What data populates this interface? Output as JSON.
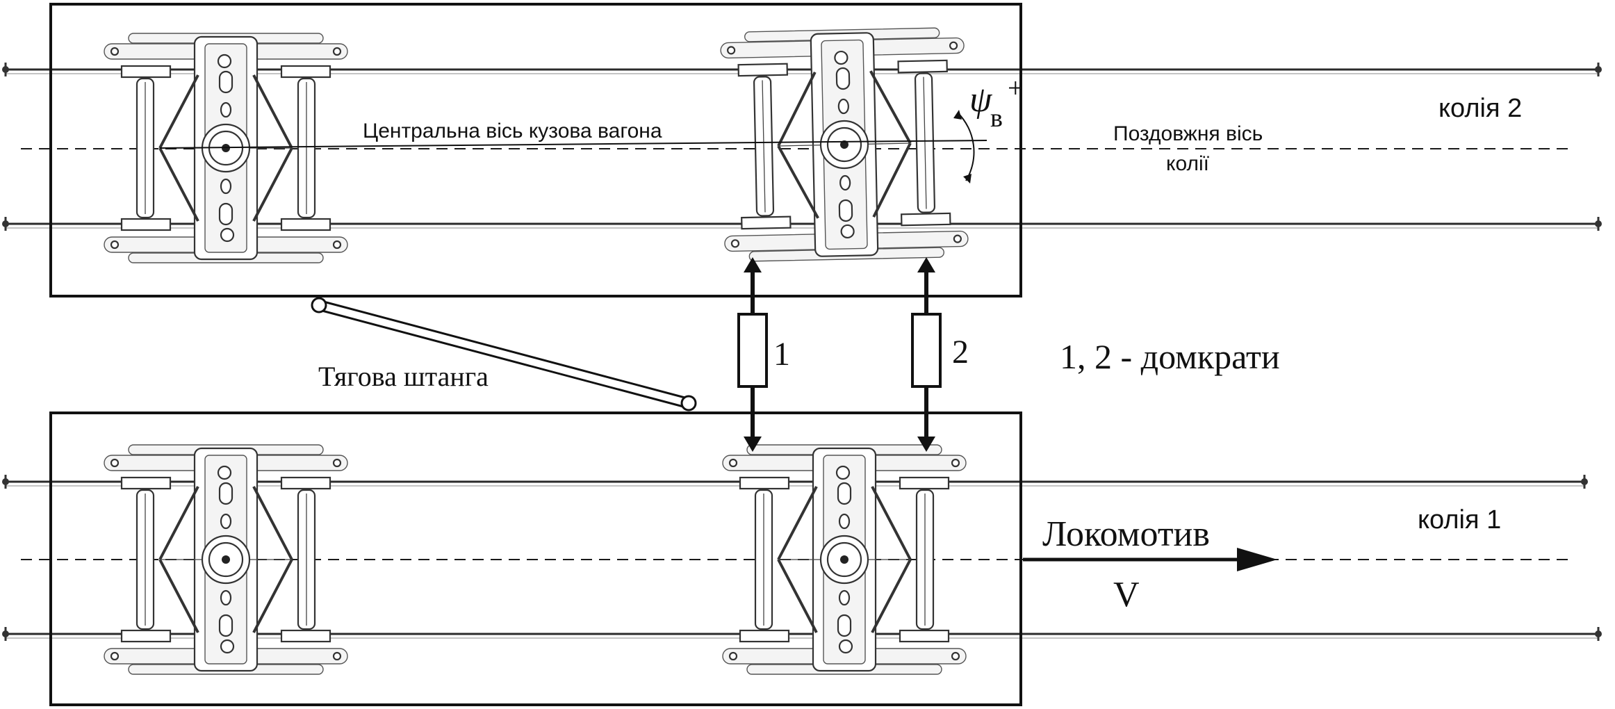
{
  "labels": {
    "track2": "колія 2",
    "track1": "колія 1",
    "central_axis": "Центральна вісь кузова вагона",
    "track_axis_line1": "Поздовжня вісь",
    "track_axis_line2": "колії",
    "psi_symbol": "ψ",
    "psi_subscript": "в",
    "psi_superscript": "+",
    "draw_bar": "Тягова штанга",
    "jack1": "1",
    "jack2": "2",
    "jacks_legend": "1, 2 - домкрати",
    "locomotive": "Локомотив",
    "velocity": "V"
  },
  "colors": {
    "line": "#111111",
    "background": "#ffffff"
  }
}
